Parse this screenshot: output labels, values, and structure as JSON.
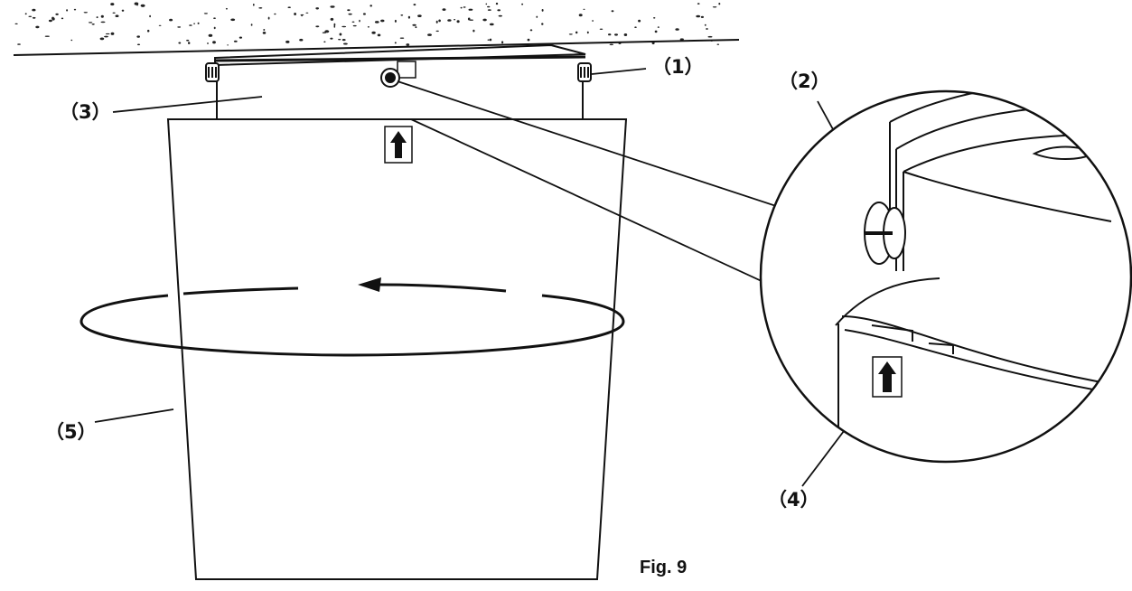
{
  "figure_caption": "Fig. 9",
  "callouts": {
    "c1": "（1）",
    "c2": "（2）",
    "c3": "（3）",
    "c4": "（4）",
    "c5": "（5）"
  },
  "icons": {
    "direction_arrow": "up-arrow-icon",
    "rotation": "counterclockwise-rotation-arrow",
    "fastener": "screw-icon"
  },
  "colors": {
    "line": "#111111",
    "background": "#ffffff"
  }
}
